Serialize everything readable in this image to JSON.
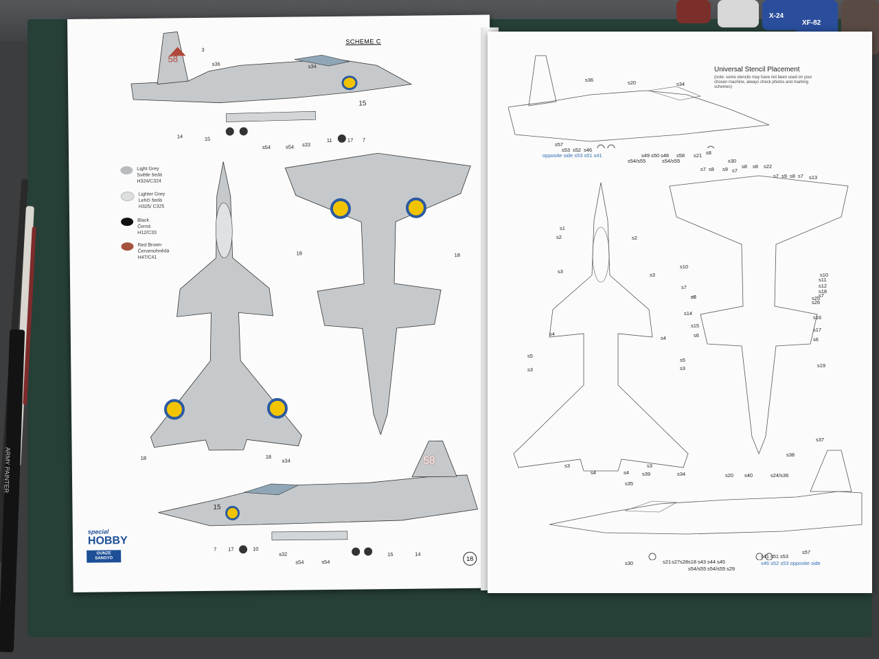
{
  "left_page": {
    "scheme": "SCHEME C",
    "tail_number": "58",
    "nose_number": "15",
    "page_number": "18",
    "brand_top": "special",
    "brand_main": "HOBBY",
    "brand_gunze": "GUNZE SANGYO",
    "swatches": [
      {
        "name": "Light Grey",
        "cz": "Světle šedá",
        "code": "H324/C324",
        "color": "#b9bcbe"
      },
      {
        "name": "Lighter Grey",
        "cz": "Lehčí šedá",
        "code": "H325/ C325",
        "color": "#dcdedf"
      },
      {
        "name": "Black",
        "cz": "Černá",
        "code": "H12/C33",
        "color": "#111111"
      },
      {
        "name": "Red Brown",
        "cz": "Červenohnědá",
        "code": "H47/C41",
        "color": "#a4523c"
      }
    ],
    "top_callouts": [
      "3",
      "s36",
      "s34",
      "14",
      "15",
      "s54",
      "s54",
      "s33",
      "11",
      "17",
      "7"
    ],
    "plan_callouts": [
      "18",
      "18",
      "18",
      "18"
    ],
    "bottom_callouts": [
      "s34",
      "7",
      "17",
      "10",
      "s32",
      "s54",
      "s54",
      "15",
      "14"
    ]
  },
  "right_page": {
    "title": "Universal Stencil Placement",
    "note": "(note: some stencils may have not been used on your chosen machine, always check photos and marking schemes)",
    "top_callouts": [
      "s36",
      "s20",
      "s34",
      "s57",
      "s53",
      "s52",
      "s46",
      "s49",
      "s50",
      "s48",
      "s58",
      "s21",
      "s8",
      "s30",
      "s54/s55",
      "s54/s55"
    ],
    "opposite_side_1": "opposite side  s53  s51  s41",
    "plan_callouts": [
      "s1",
      "s2",
      "s2",
      "s3",
      "s3",
      "s4",
      "s4",
      "s5",
      "s5",
      "s3",
      "s3",
      "s3",
      "s4",
      "s4",
      "s3"
    ],
    "under_callouts": [
      "s7",
      "s8",
      "s9",
      "s7",
      "s8",
      "s8",
      "s22",
      "s7",
      "s9",
      "s8",
      "s7",
      "s13",
      "s10",
      "s10",
      "s11",
      "s12",
      "s18",
      "s7",
      "s25",
      "s26",
      "s6",
      "s14",
      "s16",
      "s15",
      "s17",
      "s6",
      "s6",
      "s19",
      "s7",
      "s6"
    ],
    "bottom_callouts": [
      "s37",
      "s38",
      "s35",
      "s39",
      "s34",
      "s20",
      "s40",
      "s24/s36",
      "s30",
      "s21",
      "s27",
      "s28",
      "s18",
      "s43",
      "s44",
      "s45",
      "s54/s55",
      "s54/s55",
      "s29",
      "s41",
      "s51",
      "s53",
      "s57"
    ],
    "opposite_side_2": "s46  s52  s53  opposite side"
  },
  "desk": {
    "jar_labels": [
      "X-24",
      "XF-82"
    ],
    "brush_label": "ARMY PAINTER"
  }
}
